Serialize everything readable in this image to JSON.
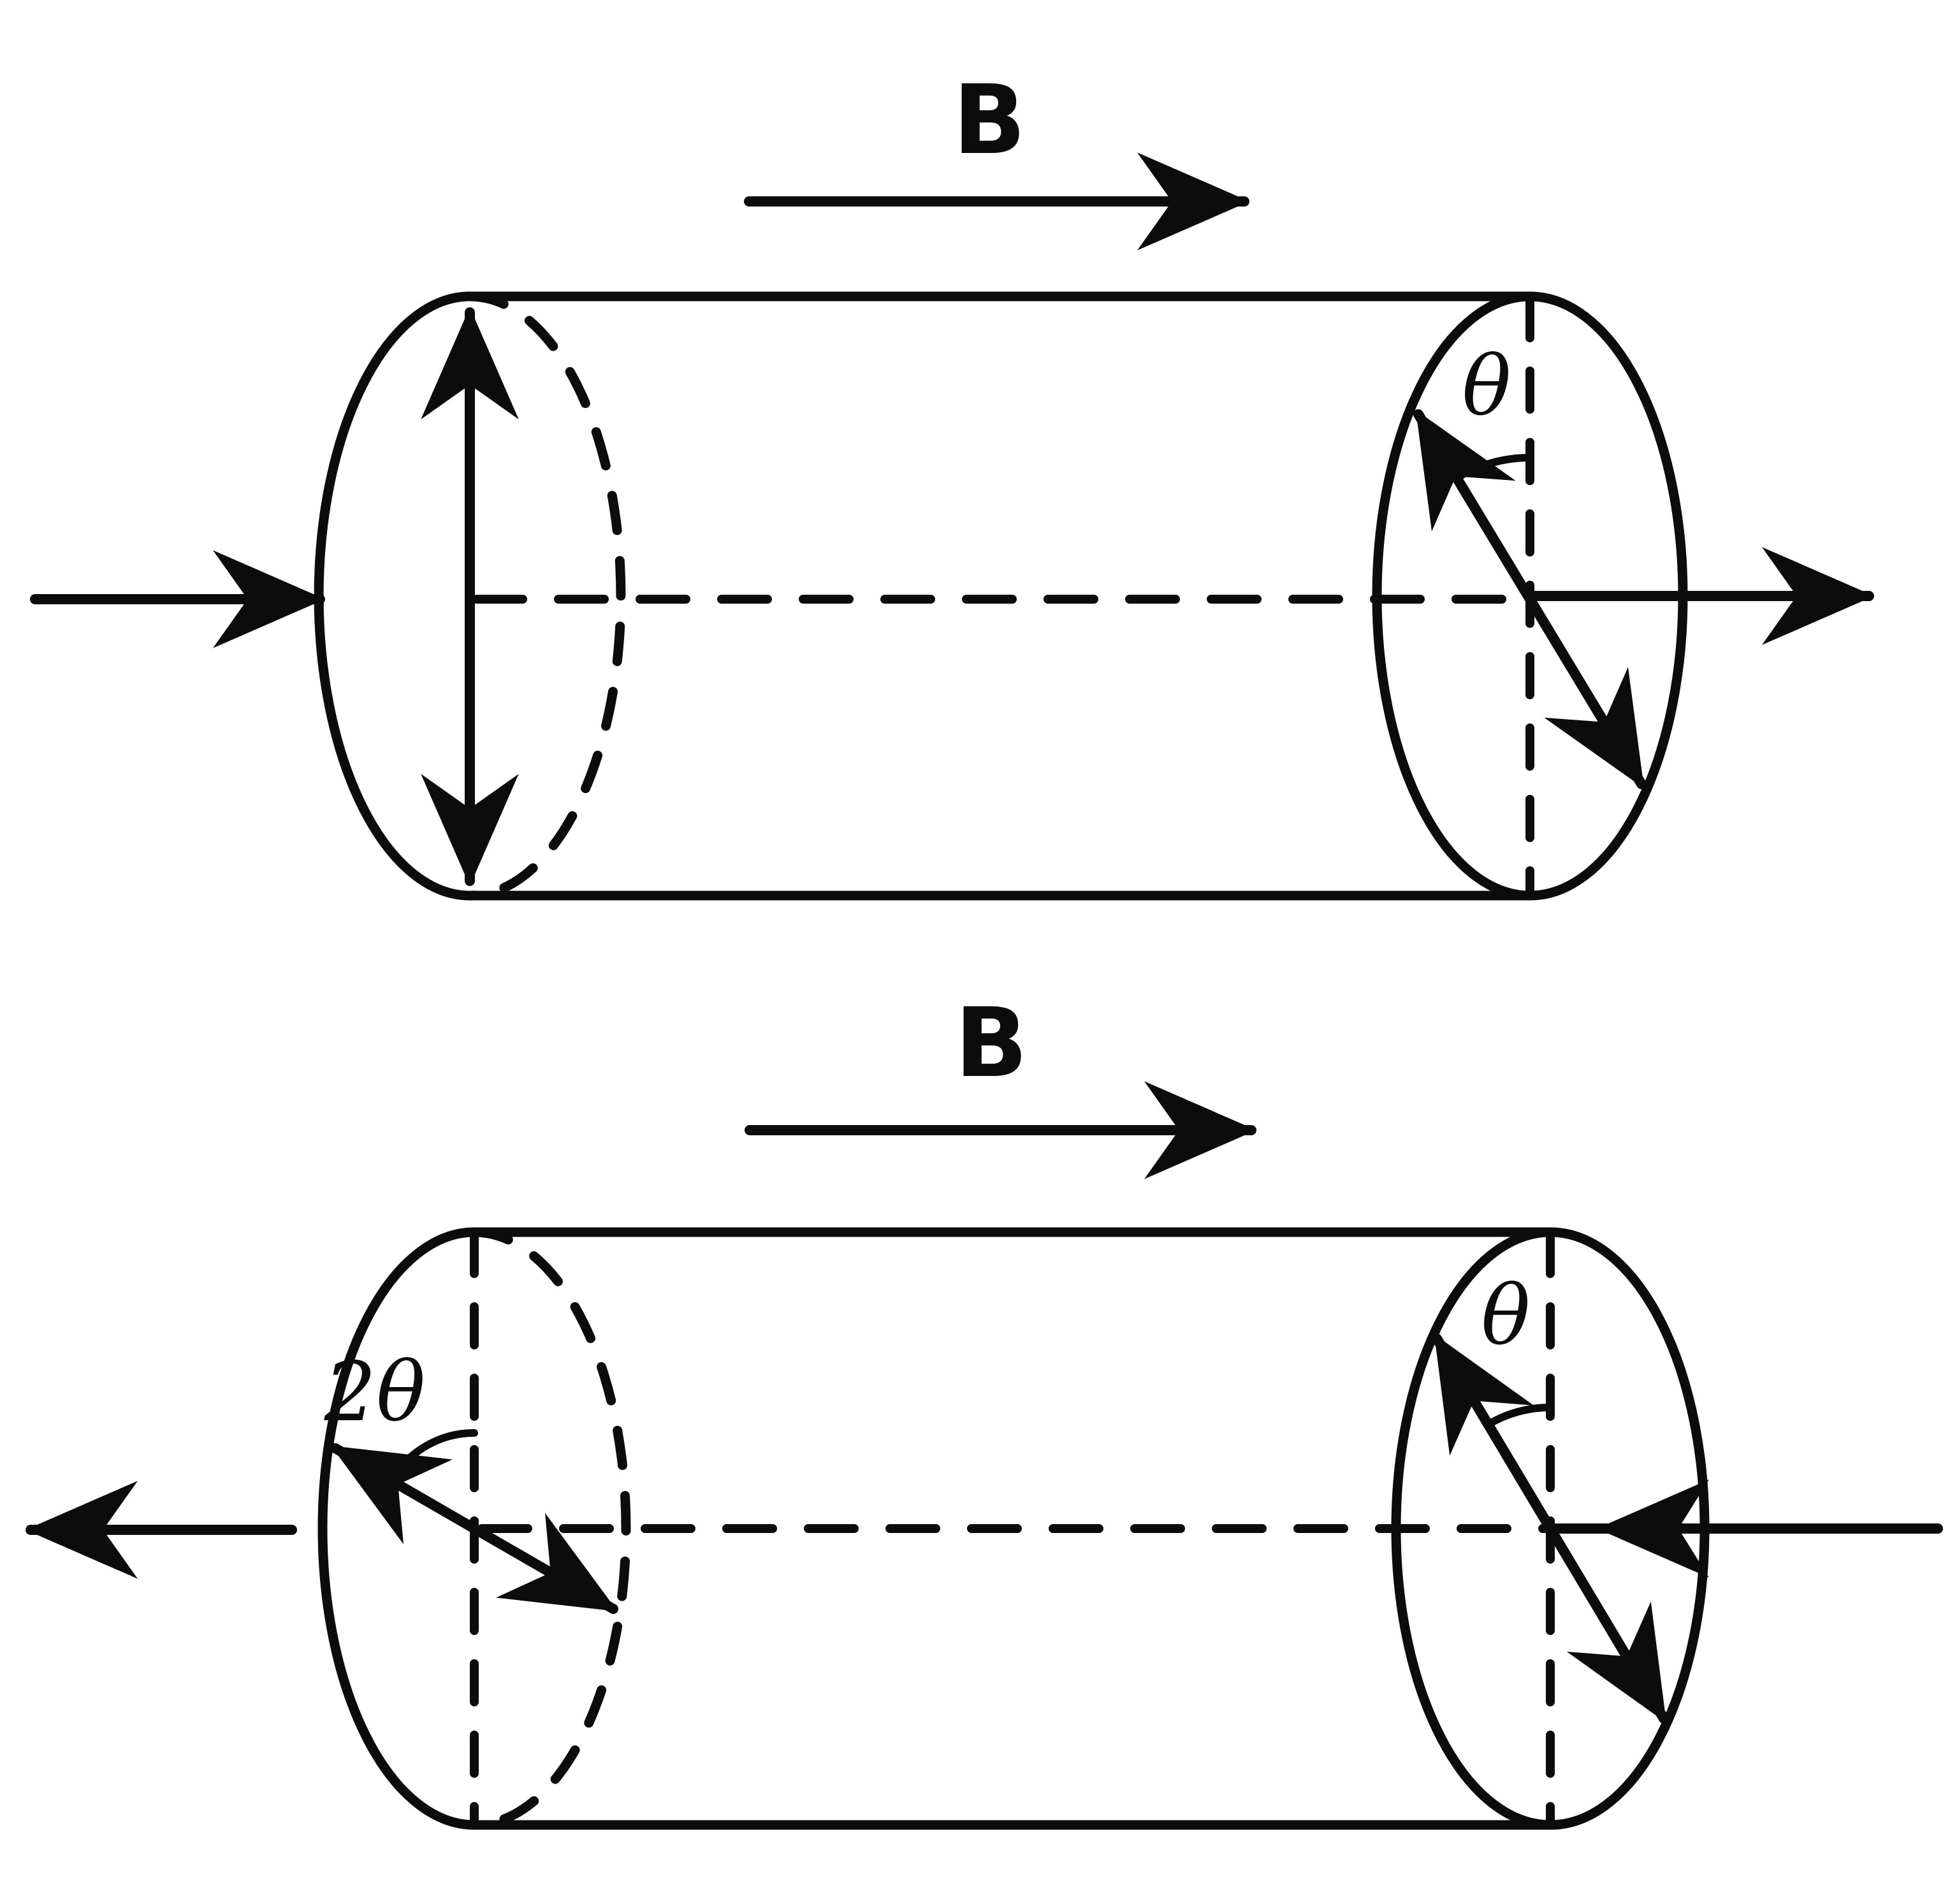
{
  "page": {
    "background_color": "#ffffff",
    "ink_color": "#0c0c0c"
  },
  "top_figure": {
    "b_label": "B",
    "theta_label": "θ"
  },
  "bottom_figure": {
    "b_label": "B",
    "two_theta_label": "2θ",
    "theta_label": "θ"
  }
}
